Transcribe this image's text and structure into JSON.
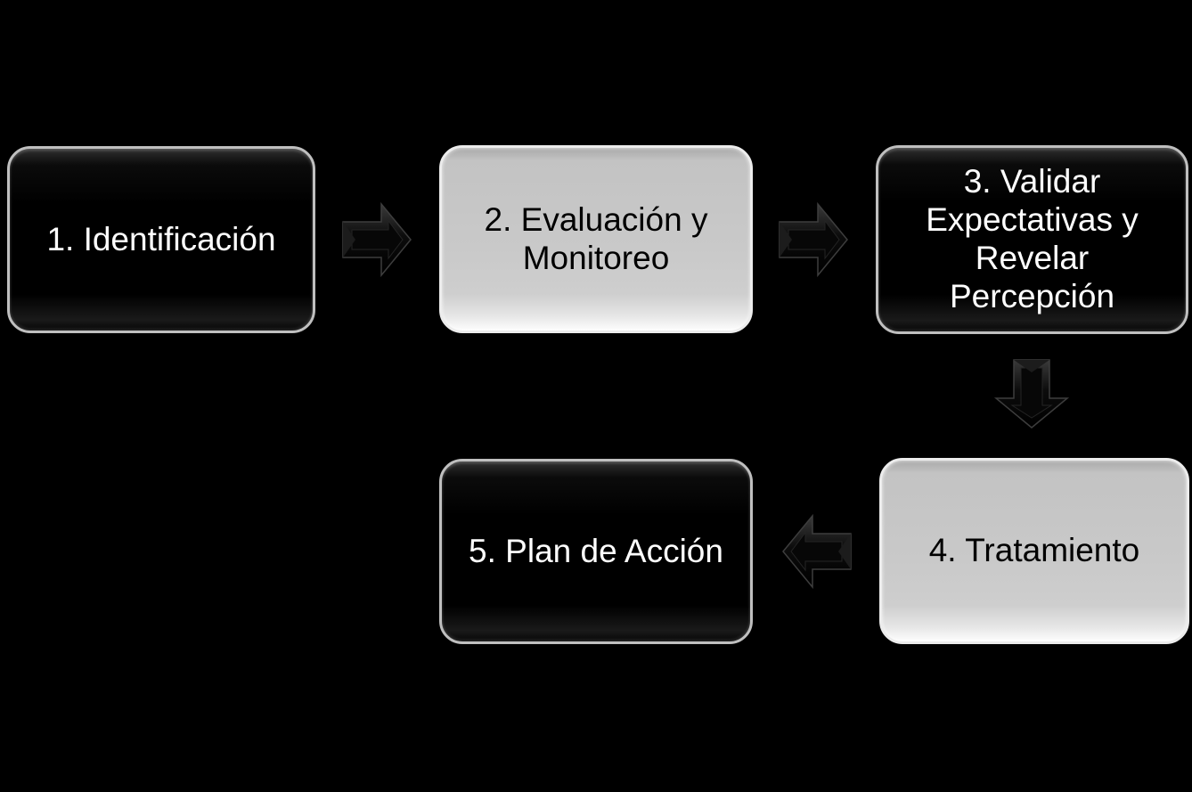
{
  "diagram": {
    "type": "process-flow",
    "background_color": "#000000",
    "steps": [
      {
        "label": "1. Identificación",
        "variant": "dark"
      },
      {
        "label": "2. Evaluación y\nMonitoreo",
        "variant": "light"
      },
      {
        "label": "3. Validar\nExpectativas y\nRevelar Percepción",
        "variant": "dark"
      },
      {
        "label": "4. Tratamiento",
        "variant": "light"
      },
      {
        "label": "5. Plan de Acción",
        "variant": "dark"
      }
    ],
    "arrows": [
      {
        "from_step": 1,
        "to_step": 2,
        "direction": "right"
      },
      {
        "from_step": 2,
        "to_step": 3,
        "direction": "right"
      },
      {
        "from_step": 3,
        "to_step": 4,
        "direction": "down"
      },
      {
        "from_step": 4,
        "to_step": 5,
        "direction": "left"
      }
    ],
    "colors": {
      "background": "#000000",
      "dark_box_fill": "#000000",
      "dark_box_border": "#c0c0c0",
      "dark_box_text": "#ffffff",
      "light_box_fill": "#c9c9c9",
      "light_box_border": "#ededed",
      "light_box_text": "#000000",
      "arrow_fill": "#141414",
      "arrow_outline": "#3d3d3d"
    }
  }
}
